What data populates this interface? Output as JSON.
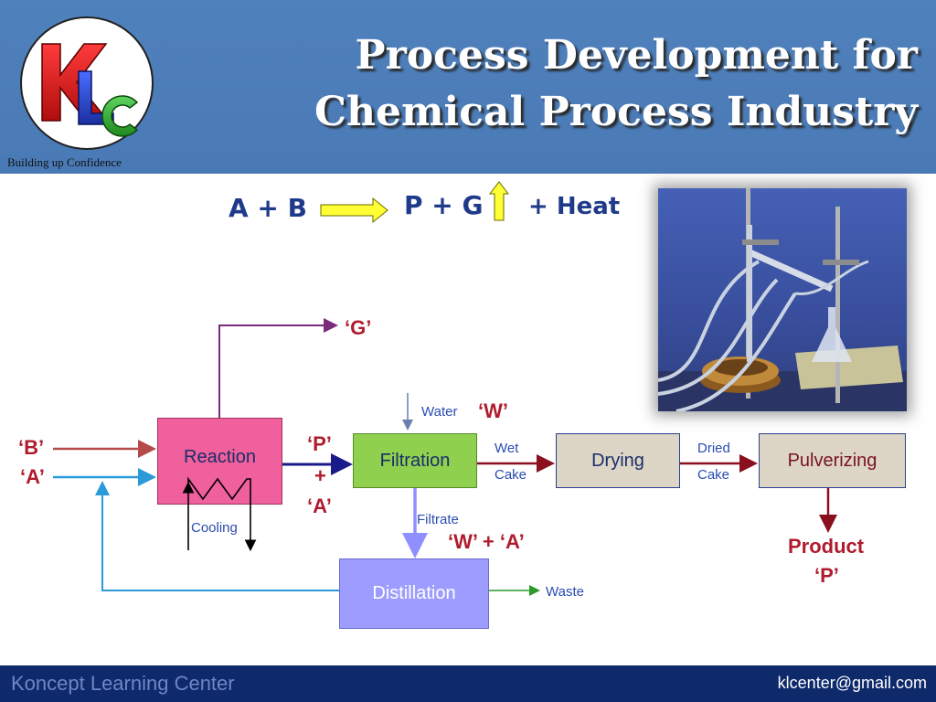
{
  "header": {
    "title_line1": "Process Development for",
    "title_line2": "Chemical Process Industry",
    "logo_text": "KLC",
    "tagline": "Building up Confidence"
  },
  "equation": {
    "reactants": "A + B",
    "products": "P + G",
    "heat": "+ Heat"
  },
  "diagram": {
    "input_b": "‘B’",
    "input_a": "‘A’",
    "gas_out": "‘G’",
    "water_label": "Water",
    "water_w": "‘W’",
    "p_label": "‘P’",
    "plus": "+",
    "a_label": "‘A’",
    "wet": "Wet",
    "wet_cake": "Cake",
    "dried": "Dried",
    "dried_cake": "Cake",
    "filtrate": "Filtrate",
    "filtrate_content": "‘W’ + ‘A’",
    "cooling": "Cooling",
    "waste": "Waste",
    "product": "Product",
    "product_p": "‘P’",
    "boxes": {
      "reaction": "Reaction",
      "filtration": "Filtration",
      "drying": "Drying",
      "pulverizing": "Pulverizing",
      "distillation": "Distillation"
    }
  },
  "footer": {
    "left": "Koncept Learning Center",
    "right": "klcenter@gmail.com"
  },
  "colors": {
    "header_bg": "#4f81bd",
    "reaction_fill": "#f0609c",
    "filtration_fill": "#8fd14f",
    "drying_fill": "#ddd6c6",
    "pulverizing_fill": "#ddd6c6",
    "distillation_fill": "#9d9dff",
    "accent_red": "#b01c2e",
    "footer_bg": "#0e2a6b"
  }
}
